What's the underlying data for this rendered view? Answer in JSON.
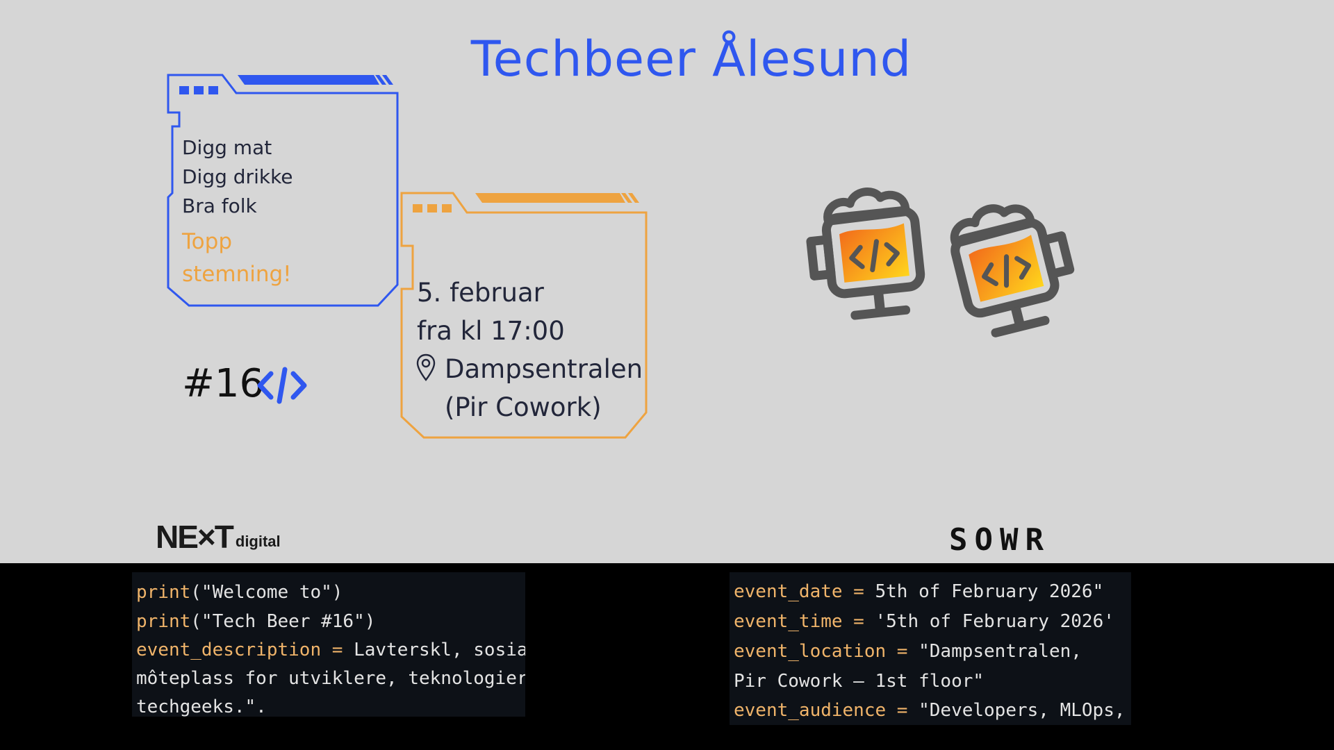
{
  "title": "Techbeer Ålesund",
  "features_panel": {
    "items": [
      "Digg mat",
      "Digg drikke",
      "Bra folk"
    ],
    "highlight": [
      "Topp",
      "stemning!"
    ]
  },
  "event_panel": {
    "date": "5. februar",
    "time": "fra kl 17:00",
    "venue": "Dampsentralen",
    "venue_detail": "(Pir Cowork)"
  },
  "edition": "#16",
  "logos": {
    "next_big": "NE×T",
    "next_small": "digital",
    "sowr": "SOWR"
  },
  "colors": {
    "blue": "#2f57ef",
    "orange": "#eea340",
    "background": "#d6d6d6"
  },
  "icons": {
    "code_symbol": "code-brackets-icon",
    "location": "map-pin-icon",
    "beer_monitors": "beer-monitor-icon"
  },
  "code_left": {
    "lines": [
      {
        "key": "print",
        "rest": "(\"Welcome to\")"
      },
      {
        "key": "print",
        "rest": "(\"Tech Beer #16\")"
      },
      {
        "key": "event_description =",
        "rest": " Lavterskl, sosial"
      },
      {
        "key": "",
        "rest": "môteplass for utviklere, teknologier-"
      },
      {
        "key": "",
        "rest": "techgeeks.\"."
      }
    ]
  },
  "code_right": {
    "lines": [
      {
        "key": "event_date =",
        "rest": " 5th of February 2026\""
      },
      {
        "key": "event_time =",
        "rest": " '5th of February 2026'"
      },
      {
        "key": "event_location =",
        "rest": " \"Dampsentralen,"
      },
      {
        "key": "",
        "rest": "Pir Cowork – 1st floor\""
      },
      {
        "key": "event_audience =",
        "rest": " \"Developers, MLOps,"
      }
    ]
  }
}
